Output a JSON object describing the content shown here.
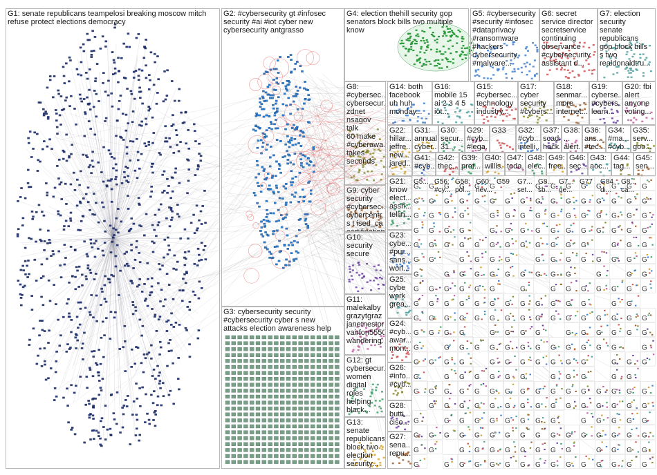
{
  "network": {
    "groups": [
      {
        "id": "G1",
        "label": "G1: senate republicans teampelosi breaking moscow mitch\nrefuse protect elections democracy"
      },
      {
        "id": "G2",
        "label": "G2: #cybersecurity gt #infosec\nsecurity #ai #iot cyber new\ncybersecurity antgrasso"
      },
      {
        "id": "G3",
        "label": "G3: cybersecurity security\n#cybersecurity cyber s new\nattacks election awareness help"
      },
      {
        "id": "G4",
        "label": "G4: election thehill security gop\nsenators block bills two multiple\nknow"
      },
      {
        "id": "G5",
        "label": "G5: #cybersecurity\n#security #infosec\n#dataprivacy\n#ransomware\n#hackers\ncybersecurity\n#malware..."
      },
      {
        "id": "G6",
        "label": "G6: secret\nservice director\nsecretservice\ncontinuing\nobservance\n#cybersecurity\nassistant d..."
      },
      {
        "id": "G7",
        "label": "G7: election\nsecurity\nsenate\nrepublicans\ngop block bills\ns two\nrealdonaldtru..."
      },
      {
        "id": "G8",
        "label": "G8:\n#cybersec...\ncybersecur...\nzdnet\nnsagov talk\n60 make\n#cyberawa...\ntakes\nseconds"
      },
      {
        "id": "G9",
        "label": "G9: cyber\nsecurity\n#cybersec...\ncybercentr...\ns t ised_ca\ncertification\nmore..."
      },
      {
        "id": "G10",
        "label": "G10:\nsecurity\nsecure"
      },
      {
        "id": "G11",
        "label": "G11:\nmalekalby\ngrazytgraz\njanetnestor\nvairfon5550\nwandering..."
      },
      {
        "id": "G12",
        "label": "G12: gt\ncybersecur...\nwomen\ndigital roles\nhelping\nblack..."
      },
      {
        "id": "G13",
        "label": "G13: senate\nrepublicans\nblock two\nelection\nsecurity..."
      },
      {
        "id": "G14",
        "label": "G14: both\nfacebook\nuh huh\nmonday..."
      },
      {
        "id": "G15",
        "label": "G15:\n#cybersec...\ntechnology\nindustry..."
      },
      {
        "id": "G16",
        "label": "G16:\nmobile 15\nai 2 3 4 5\niot..."
      },
      {
        "id": "G17",
        "label": "G17:\ncyber\nsecurity\n#cybers..."
      },
      {
        "id": "G18",
        "label": "G18:\nsenmar...\nmore\ninternet..."
      },
      {
        "id": "G19",
        "label": "G19:\ncyberse...\n#cybers...\nlearn..."
      },
      {
        "id": "G20",
        "label": "G20: fbi\nalert\nanyone\nvoting..."
      },
      {
        "id": "G21",
        "label": "G21:\nknow\nelect...\nassh...\ntellin..."
      },
      {
        "id": "G22",
        "label": "G22:\nhillar...\njeffre...\nnew...\njared..."
      },
      {
        "id": "G23",
        "label": "G23:\ncybe...\n#pur...\nsans...\nworl..."
      },
      {
        "id": "G24",
        "label": "G24:\n#cyb...\nawar...\nmont..."
      },
      {
        "id": "G25",
        "label": "G25:\ncybe\nwork\ngrea..."
      },
      {
        "id": "G26",
        "label": "G26:\n#info...\n#cyb..."
      },
      {
        "id": "G27",
        "label": "G27:\nsena...\nrepu..."
      },
      {
        "id": "G28",
        "label": "G28:\nbutti...\nciso..."
      },
      {
        "id": "G29",
        "label": "G29:\n#cyb...\n#lega..."
      },
      {
        "id": "G30",
        "label": "G30:\nsecur...\n31..."
      },
      {
        "id": "G31",
        "label": "G31:\nannual\ncyber..."
      },
      {
        "id": "G32",
        "label": "G32:\n#cyb...\nintelli..."
      },
      {
        "id": "G33",
        "label": "G33"
      },
      {
        "id": "G34",
        "label": "G34:\n#ma...\n#cyb..."
      },
      {
        "id": "G35",
        "label": "G35:\nserv...\ngoo..."
      },
      {
        "id": "G36",
        "label": "G36:\nans...\n#tec..."
      },
      {
        "id": "G37",
        "label": "G37:\nscadafbi\nhack..."
      },
      {
        "id": "G38",
        "label": "G38:\n...\nalert..."
      },
      {
        "id": "G39",
        "label": "G39:\nprot..."
      },
      {
        "id": "G40",
        "label": "G40:\nwillis..."
      },
      {
        "id": "G41",
        "label": "G41:\n#cyb..."
      },
      {
        "id": "G42",
        "label": "G42:\nthec..."
      },
      {
        "id": "G43",
        "label": "G43:\naoc..."
      },
      {
        "id": "G44",
        "label": "G44:\ntag..."
      },
      {
        "id": "G45",
        "label": "G45:\nsen..."
      },
      {
        "id": "G46",
        "label": "G46:\nsec..."
      },
      {
        "id": "G47",
        "label": "G47:\ntoda..."
      },
      {
        "id": "G48",
        "label": "G48:\nelec..."
      },
      {
        "id": "G49",
        "label": "G49:\nfree..."
      }
    ],
    "small_row_labels": [
      "G5...",
      "G56:\n#cy...",
      "G58:\npol...",
      "G60:\nnev...",
      "G59",
      "G7...\nset...",
      "G8...\nsb...",
      "G7...\nge...",
      "G77",
      "G84\ndi...",
      "G8...\nca..."
    ],
    "colors": {
      "g1_node": "#1a2a66",
      "g2_node": "#2f7fd0",
      "edge": "#9a9a9a",
      "red_edge": "#e03030",
      "g4_node": "#2a9a3a",
      "border": "#b8b8b8"
    }
  }
}
